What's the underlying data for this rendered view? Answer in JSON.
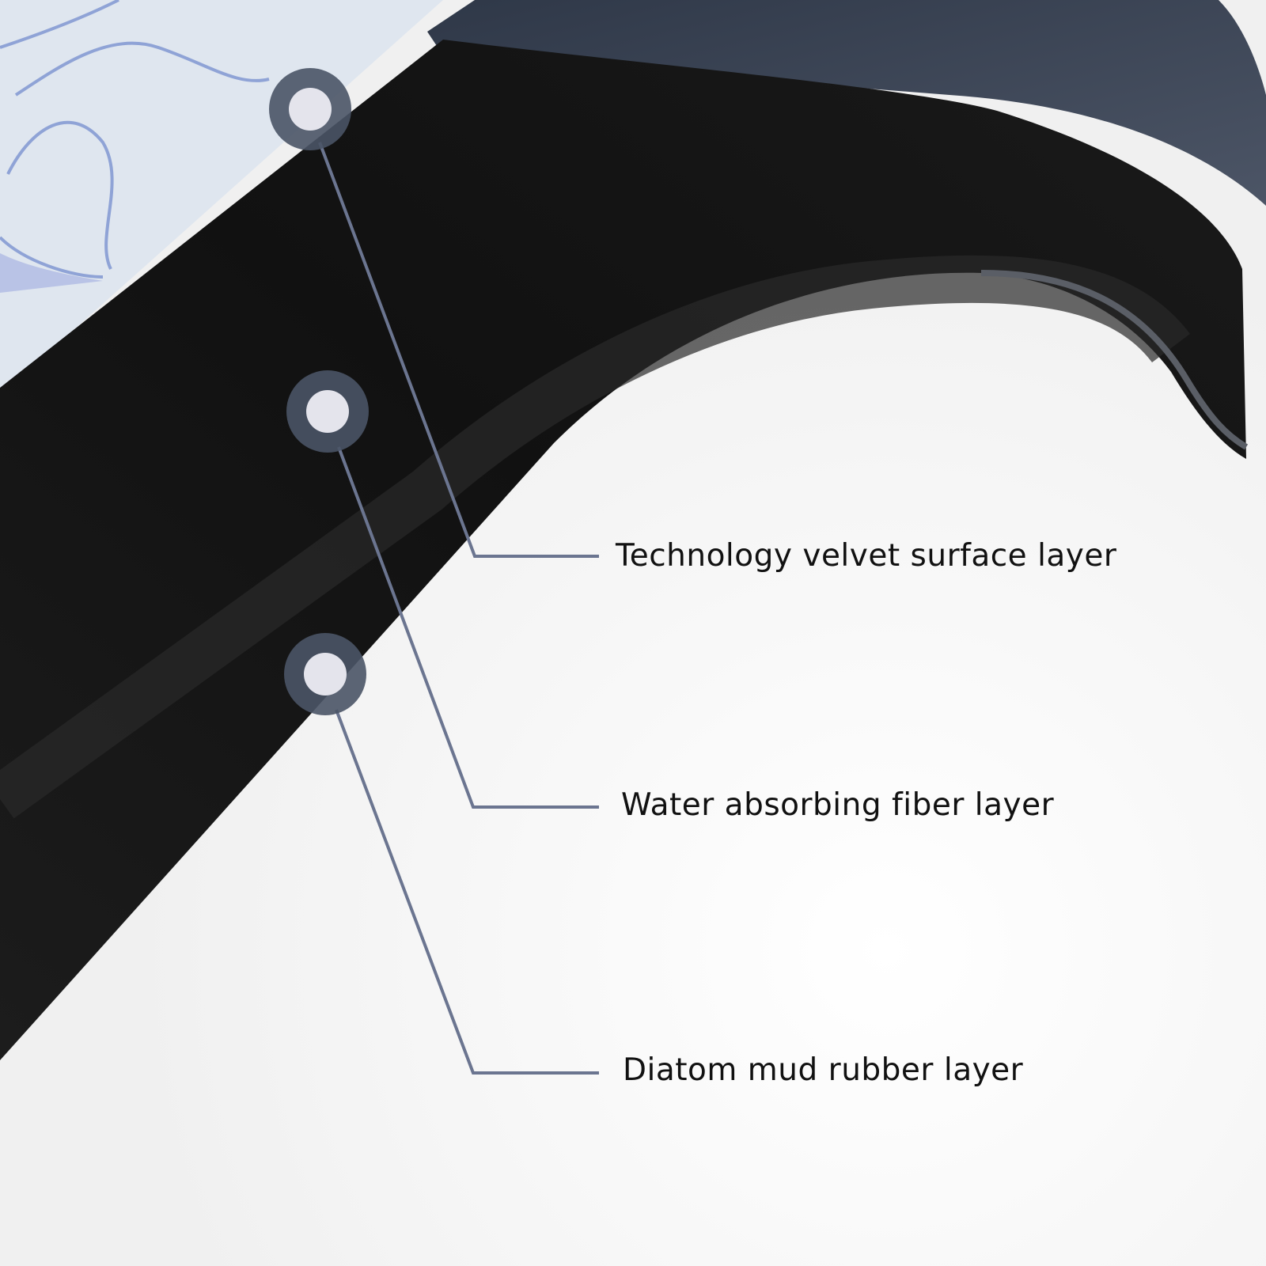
{
  "callouts": [
    {
      "label": "Technology velvet surface layer"
    },
    {
      "label": "Water absorbing fiber layer"
    },
    {
      "label": "Diatom mud rubber layer"
    }
  ],
  "colors": {
    "mat": "#121212",
    "mat_edge": "#2a2a2a",
    "top_surface": "#3b4457",
    "pattern_bg": "#dfe6ef",
    "pattern_line": "#8fa3d6",
    "callout_ring": "#4a5466",
    "callout_dot": "#e4e4ec",
    "leader_line": "#6b7590"
  }
}
